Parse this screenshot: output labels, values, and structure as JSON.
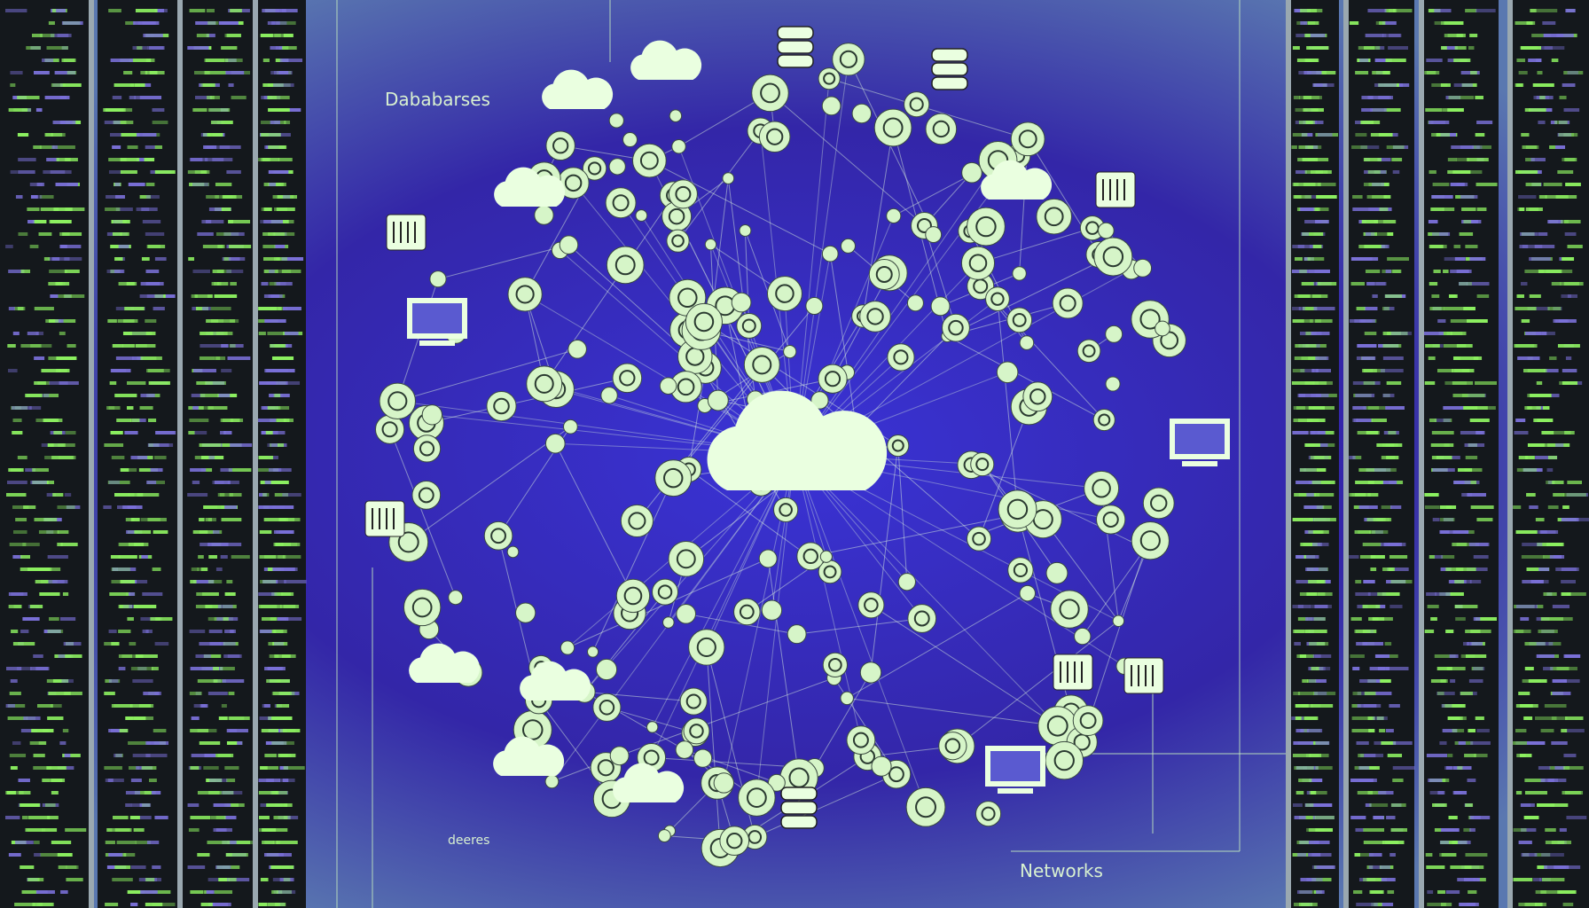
{
  "labels": {
    "databases": "Dababarses",
    "networks": "Networks",
    "deeres": "deeres"
  },
  "colors": {
    "background_center": "#3a2fd0",
    "background_edge": "#2a1f8a",
    "node_fill": "#d6f5c8",
    "line": "#e6ffe0",
    "rack_green": "#8cf060",
    "rack_dark": "#14181c"
  },
  "icons": [
    "cloud-icon",
    "database-icon",
    "monitor-icon",
    "server-icon",
    "circle-node-icon"
  ]
}
